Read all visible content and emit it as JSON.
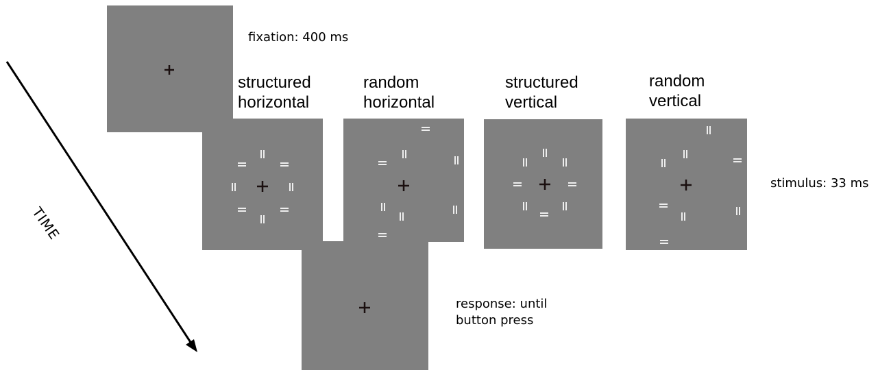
{
  "timeline": {
    "axis_label": "TIME",
    "fixation_label": "fixation: 400 ms",
    "stimulus_label": "stimulus: 33 ms",
    "response_label_1": "response: until",
    "response_label_2": "button press"
  },
  "conditions": [
    {
      "label_1": "structured",
      "label_2": "horizontal"
    },
    {
      "label_1": "random",
      "label_2": "horizontal"
    },
    {
      "label_1": "structured",
      "label_2": "vertical"
    },
    {
      "label_1": "random",
      "label_2": "vertical"
    }
  ],
  "colors": {
    "panel": "#808080",
    "fixation_cross": "#1a0f0f",
    "gabor_light": "#eeeeee",
    "gabor_dark": "#595959"
  },
  "icons": {
    "fixation": "fixation-cross-icon",
    "horizontal_grating": "horizontal-gabor-icon",
    "vertical_grating": "vertical-gabor-icon",
    "arrow": "arrow-down-right-icon"
  }
}
